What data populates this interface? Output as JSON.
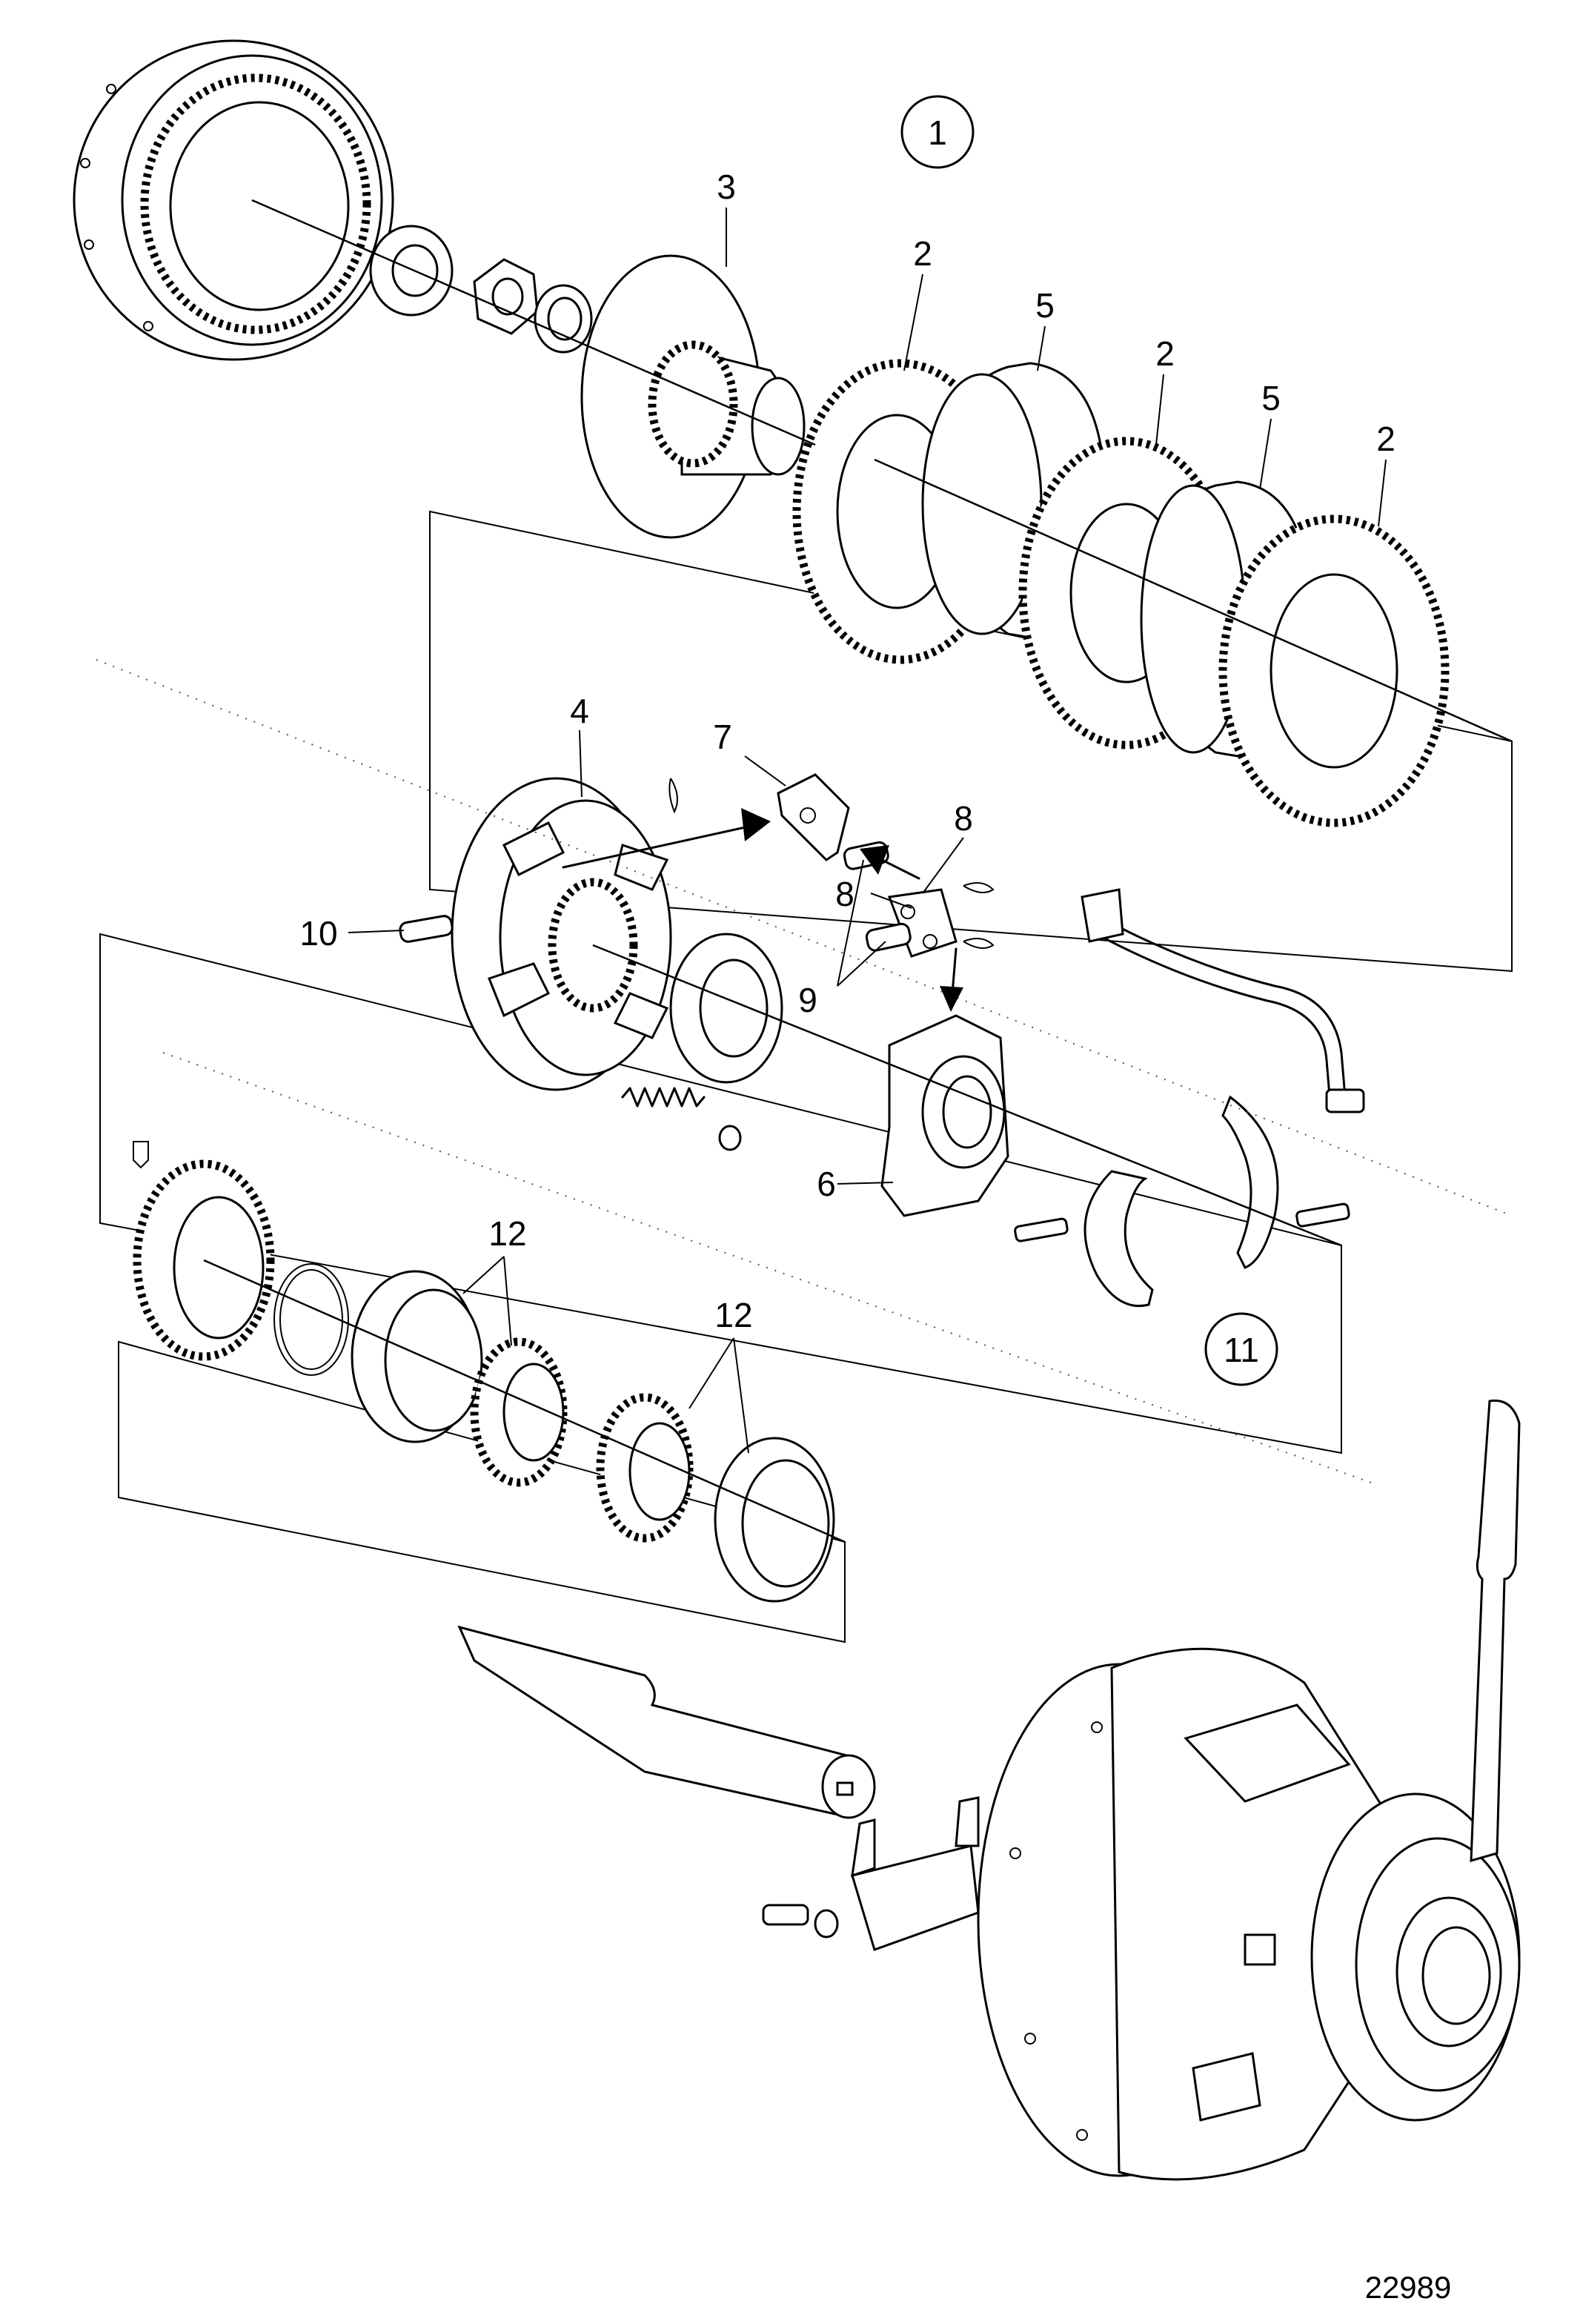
{
  "labels": {
    "l1": "1",
    "l2a": "2",
    "l2b": "2",
    "l2c": "2",
    "l3": "3",
    "l4": "4",
    "l5a": "5",
    "l5b": "5",
    "l6": "6",
    "l7": "7",
    "l8a": "8",
    "l8b": "8",
    "l9": "9",
    "l10": "10",
    "l11": "11",
    "l12a": "12",
    "l12b": "12"
  },
  "figure_code": "22989"
}
